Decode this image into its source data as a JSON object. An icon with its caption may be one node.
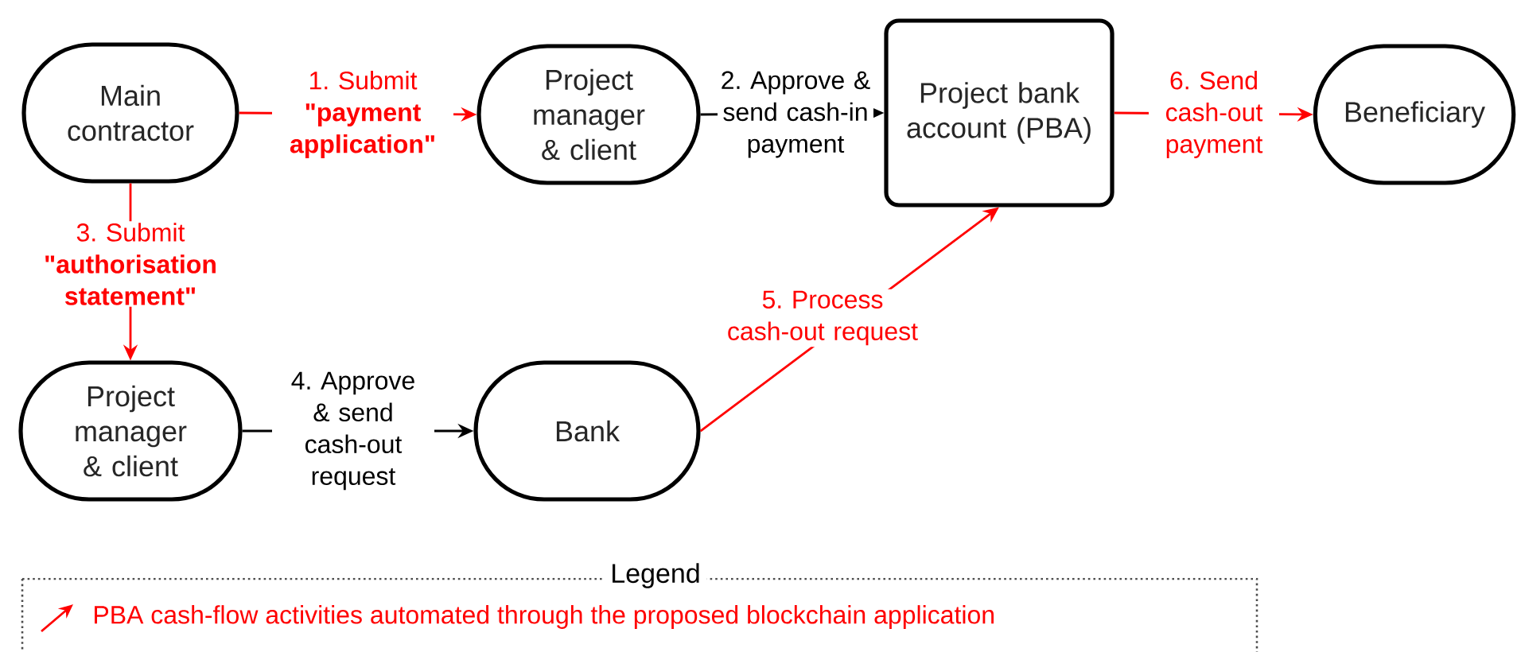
{
  "diagram": {
    "nodes": [
      {
        "text": [
          "Main contractor"
        ]
      },
      {
        "text": [
          "Project manager & client"
        ]
      },
      {
        "text": [
          "Project bank account (PBA)"
        ]
      },
      {
        "text": [
          "Beneficiary"
        ]
      },
      {
        "text": [
          "Project manager & client"
        ]
      },
      {
        "text": [
          "Bank"
        ]
      }
    ],
    "edges": [
      {
        "from": 0,
        "to": 1,
        "arrow": "to",
        "label": "1. Submit **\"payment application\"**",
        "color": "#ff0000"
      },
      {
        "from": 1,
        "to": 2,
        "arrow": "to",
        "label": "2. Approve & send cash-in payment",
        "color": "#000000"
      },
      {
        "from": 2,
        "to": 3,
        "arrow": "to",
        "label": "6. Send cash-out payment",
        "color": "#ff0000"
      },
      {
        "from": 0,
        "to": 4,
        "arrow": "to",
        "label": "3. Submit **\"authorisation statement\"**",
        "color": "#ff0000"
      },
      {
        "from": 4,
        "to": 5,
        "arrow": "to",
        "label": "4. Approve & send cash-out request",
        "color": "#000000"
      },
      {
        "from": 5,
        "to": 2,
        "arrow": "to",
        "label": "5. Process cash-out request",
        "color": "#ff0000"
      }
    ],
    "legend": [
      {
        "text": "Legend"
      },
      {
        "text": "PBA cash-flow activities automated through the proposed blockchain application"
      }
    ]
  }
}
